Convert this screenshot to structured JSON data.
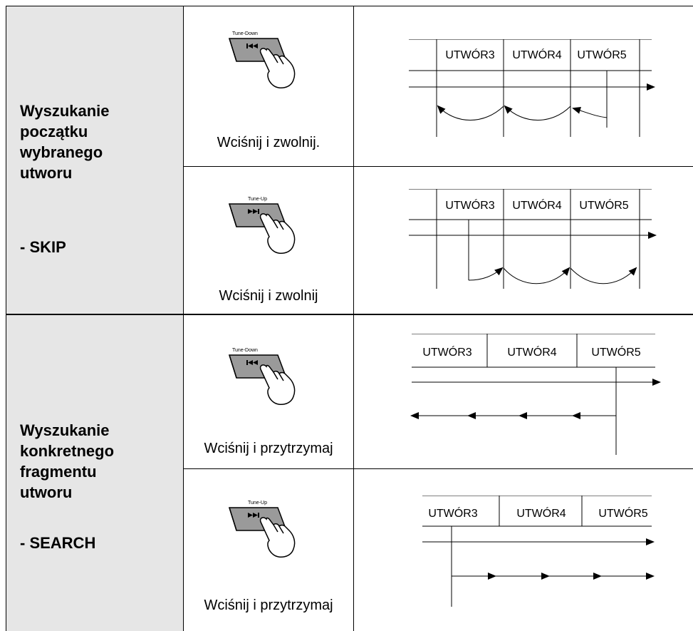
{
  "sections": [
    {
      "title": "Wyszukanie\npoczątku\nwybranego\nutworu",
      "mode": "- SKIP",
      "rows": [
        {
          "button_label": "Tune-Down",
          "button_icon": "skip-back-icon",
          "caption": "Wciśnij i zwolnij."
        },
        {
          "button_label": "Tune-Up",
          "button_icon": "skip-forward-icon",
          "caption": "Wciśnij i zwolnij"
        }
      ]
    },
    {
      "title": "Wyszukanie\nkonkretnego\nfragmentu\nutworu",
      "mode": "- SEARCH",
      "rows": [
        {
          "button_label": "Tune-Down",
          "button_icon": "skip-back-icon",
          "caption": "Wciśnij i przytrzymaj"
        },
        {
          "button_label": "Tune-Up",
          "button_icon": "skip-forward-icon",
          "caption": "Wciśnij i przytrzymaj"
        }
      ]
    }
  ],
  "tracks": [
    "UTWÓR3",
    "UTWÓR4",
    "UTWÓR5"
  ]
}
